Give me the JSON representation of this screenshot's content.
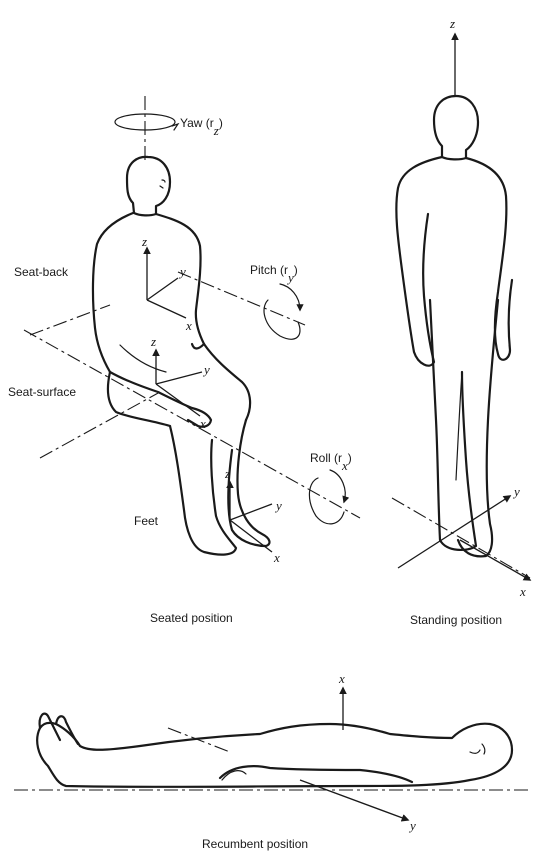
{
  "seated": {
    "yaw_label": "Yaw (r",
    "yaw_sub": "z",
    "pitch_label": "Pitch (r",
    "pitch_sub": "y",
    "roll_label": "Roll (r",
    "roll_sub": "x",
    "seat_back": "Seat-back",
    "seat_surface": "Seat-surface",
    "feet": "Feet",
    "caption": "Seated position",
    "axes": {
      "z": "z",
      "y": "y",
      "x": "x"
    }
  },
  "standing": {
    "caption": "Standing position",
    "axes": {
      "z": "z",
      "y": "y",
      "x": "x"
    }
  },
  "recumbent": {
    "caption": "Recumbent position",
    "axes": {
      "x": "x",
      "y": "y"
    }
  }
}
